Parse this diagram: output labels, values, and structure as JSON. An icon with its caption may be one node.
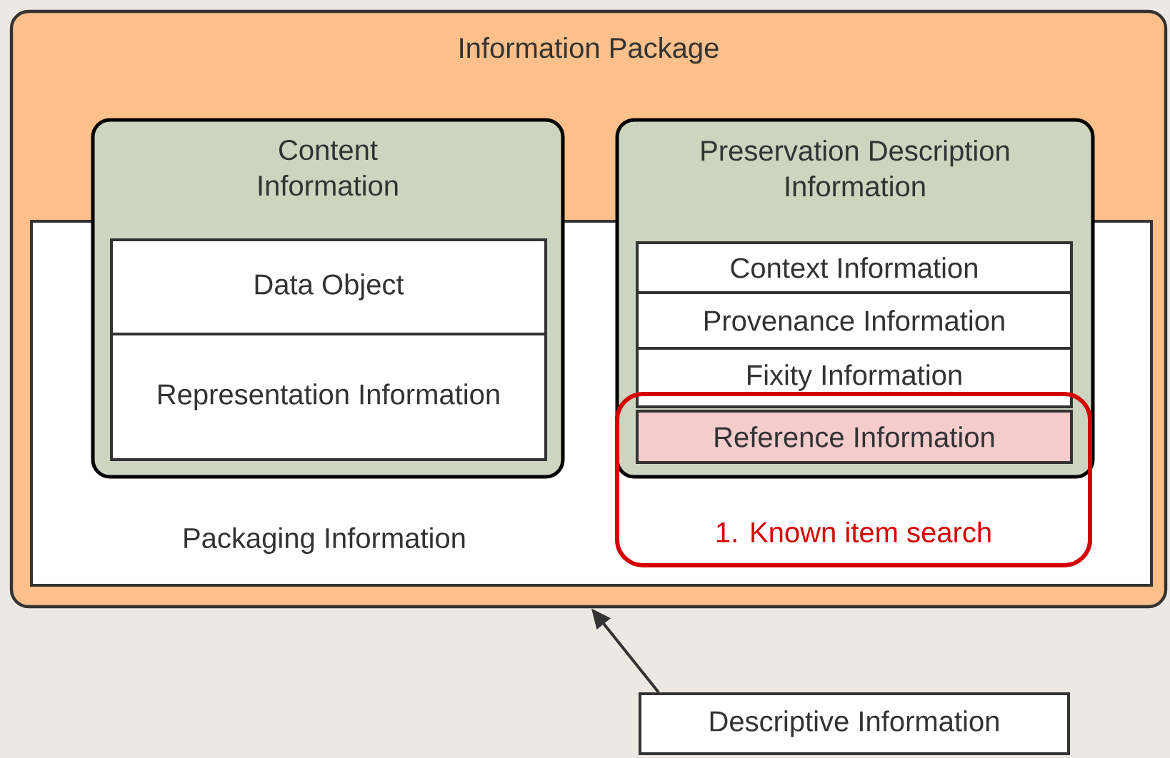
{
  "diagram": {
    "nodes": [
      {
        "text": [
          "Information Package"
        ]
      },
      {
        "text": [
          "Packaging Information"
        ],
        "in": 0
      },
      {
        "text": [
          "Content Information"
        ],
        "in": 0
      },
      {
        "text": [
          "Data Object"
        ]
      },
      {
        "text": [
          "Representation Information"
        ]
      },
      {
        "text": [
          "Preservation Description Information"
        ],
        "in": 0
      },
      {
        "text": [
          "Context Information"
        ]
      },
      {
        "text": [
          "Provenance Information"
        ]
      },
      {
        "text": [
          "Fixity Information"
        ]
      },
      {
        "text": [
          "Reference Information"
        ]
      },
      {
        "text": [
          "1. Known item search"
        ],
        "in": 1
      },
      {
        "text": [
          "Descriptive Information"
        ]
      }
    ],
    "edges": [
      {
        "from": 11,
        "to": 0,
        "arrow": "to"
      }
    ]
  }
}
